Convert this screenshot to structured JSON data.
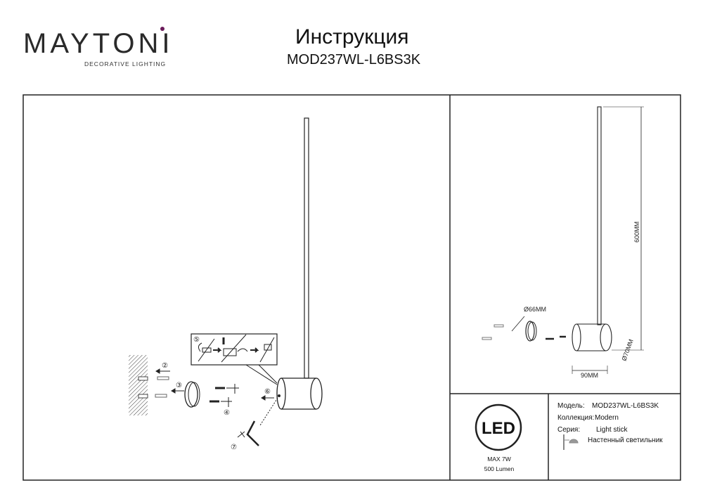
{
  "header": {
    "brand": "MAYTONI",
    "brand_tagline": "DECORATIVE LIGHTING",
    "title": "Инструкция",
    "model": "MOD237WL-L6BS3K"
  },
  "assembly": {
    "steps": [
      "②",
      "③",
      "④",
      "⑤",
      "⑥",
      "⑦"
    ]
  },
  "dimensions": {
    "height": "600MM",
    "base_diameter": "Ø66MM",
    "body_diameter": "Ø70MM",
    "body_length": "90MM"
  },
  "specs": {
    "led_logo": "LED",
    "power": "MAX 7W",
    "lumen": "500 Lumen",
    "model_label": "Модель:",
    "model_value": "MOD237WL-L6BS3K",
    "collection_label": "Коллекция:",
    "collection_value": "Modern",
    "series_label": "Серия:",
    "series_value": "Light stick",
    "type_value": "Настенный светильник"
  },
  "colors": {
    "accent": "#6a1b5a",
    "line": "#222222"
  }
}
